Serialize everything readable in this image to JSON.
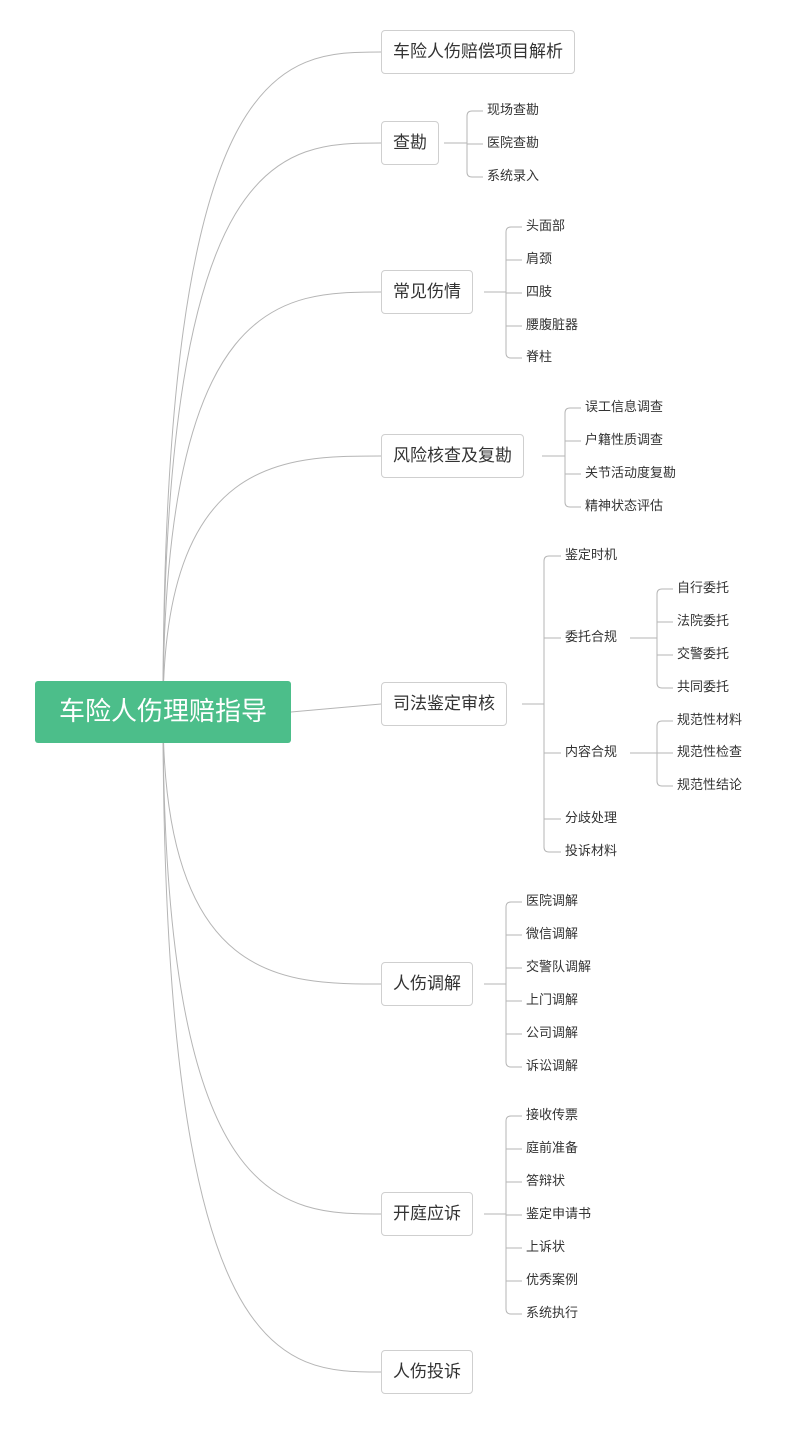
{
  "root": "车险人伤理赔指导",
  "branches": [
    {
      "label": "车险人伤赔偿项目解析",
      "children": []
    },
    {
      "label": "查勘",
      "children": [
        "现场查勘",
        "医院查勘",
        "系统录入"
      ]
    },
    {
      "label": "常见伤情",
      "children": [
        "头面部",
        "肩颈",
        "四肢",
        "腰腹脏器",
        "脊柱"
      ]
    },
    {
      "label": "风险核查及复勘",
      "children": [
        "误工信息调查",
        "户籍性质调查",
        "关节活动度复勘",
        "精神状态评估"
      ]
    },
    {
      "label": "司法鉴定审核",
      "children": [
        {
          "label": "鉴定时机"
        },
        {
          "label": "委托合规",
          "children": [
            "自行委托",
            "法院委托",
            "交警委托",
            "共同委托"
          ]
        },
        {
          "label": "内容合规",
          "children": [
            "规范性材料",
            "规范性检查",
            "规范性结论"
          ]
        },
        {
          "label": "分歧处理"
        },
        {
          "label": "投诉材料"
        }
      ]
    },
    {
      "label": "人伤调解",
      "children": [
        "医院调解",
        "微信调解",
        "交警队调解",
        "上门调解",
        "公司调解",
        "诉讼调解"
      ]
    },
    {
      "label": "开庭应诉",
      "children": [
        "接收传票",
        "庭前准备",
        "答辩状",
        "鉴定申请书",
        "上诉状",
        "优秀案例",
        "系统执行"
      ]
    },
    {
      "label": "人伤投诉",
      "children": []
    }
  ],
  "colors": {
    "root_fill": "#4cbe8a",
    "line": "#b5b5b5",
    "box_border": "#cfcfcf",
    "text": "#333333"
  }
}
